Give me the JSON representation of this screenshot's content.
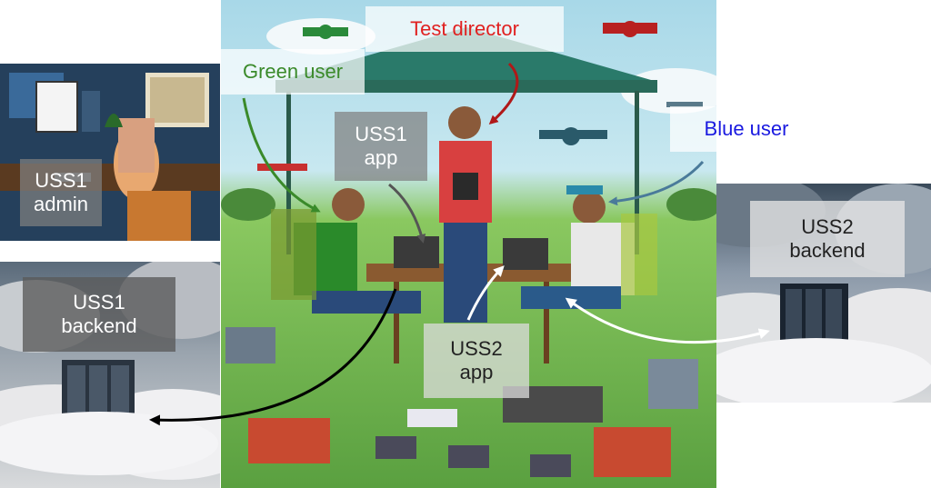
{
  "labels": {
    "test_director": "Test director",
    "green_user": "Green user",
    "blue_user": "Blue user",
    "uss1_app_line1": "USS1",
    "uss1_app_line2": "app",
    "uss1_admin_line1": "USS1",
    "uss1_admin_line2": "admin",
    "uss1_backend_line1": "USS1",
    "uss1_backend_line2": "backend",
    "uss2_backend_line1": "USS2",
    "uss2_backend_line2": "backend",
    "uss2_app_line1": "USS2",
    "uss2_app_line2": "app"
  },
  "colors": {
    "test_director": "#e02020",
    "green_user": "#3a8a2a",
    "blue_user": "#1a1ae0",
    "director_arrow": "#b01818",
    "green_arrow": "#3a8a2a",
    "blue_arrow": "#4a7a9a",
    "gray_arrow": "#555555",
    "black_arrow": "#000000",
    "white_arrow": "#ffffff"
  }
}
